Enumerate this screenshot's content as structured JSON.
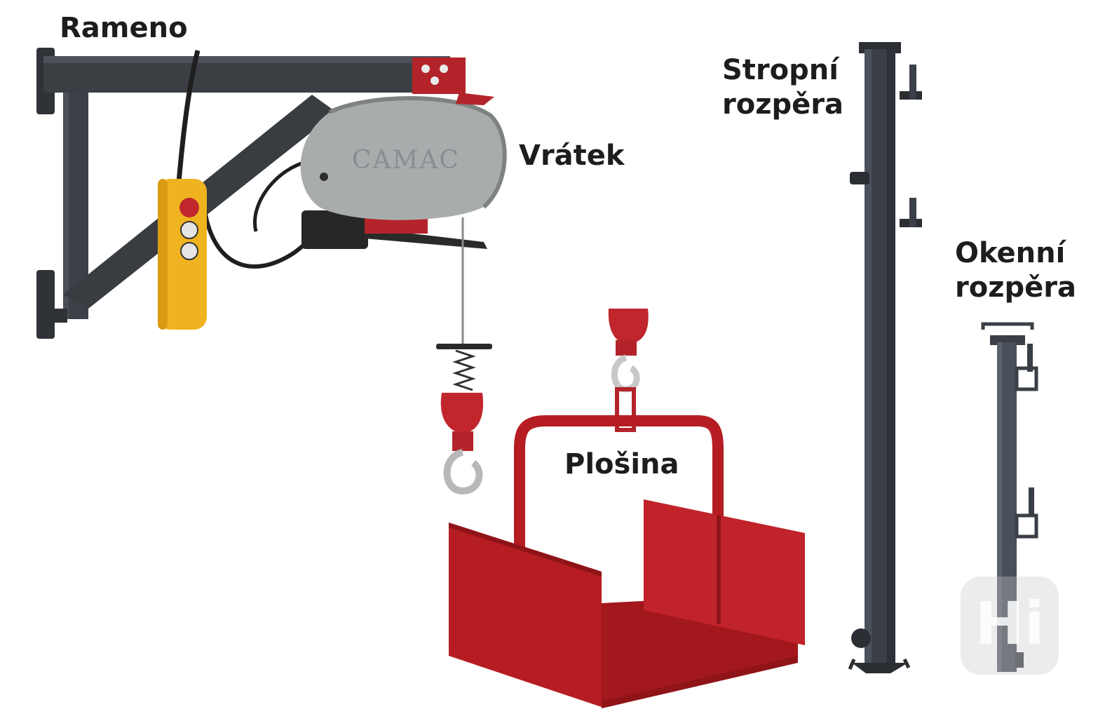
{
  "labels": {
    "arm": "Rameno",
    "winch": "Vrátek",
    "platform": "Plošina",
    "ceiling_brace_line1": "Stropní",
    "ceiling_brace_line2": "rozpěra",
    "window_brace_line1": "Okenní",
    "window_brace_line2": "rozpěra"
  },
  "winch_brand": "CAMAC",
  "watermark": "Hi",
  "colors": {
    "steel": "#3b3f44",
    "steel_dark": "#2b2e33",
    "winch_body": "#a9acad",
    "platform_red": "#b51d22",
    "controller_yellow": "#f0b320",
    "text": "#1d1d1d"
  }
}
